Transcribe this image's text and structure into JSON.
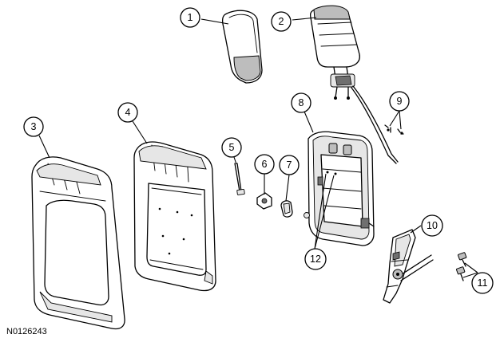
{
  "figure_id": "N0126243",
  "callouts": [
    "1",
    "2",
    "3",
    "4",
    "5",
    "6",
    "7",
    "8",
    "9",
    "10",
    "11",
    "12"
  ]
}
